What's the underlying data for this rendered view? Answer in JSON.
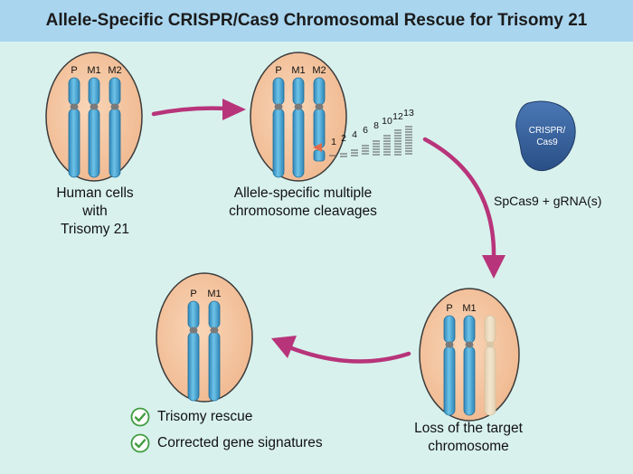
{
  "title": "Allele-Specific CRISPR/Cas9 Chromosomal Rescue for Trisomy 21",
  "chromosome_labels": {
    "p": "P",
    "m1": "M1",
    "m2": "M2"
  },
  "cell1": {
    "label": [
      "Human cells",
      "with",
      "Trisomy 21"
    ]
  },
  "cell2": {
    "label": [
      "Allele-specific multiple",
      "chromosome cleavages"
    ]
  },
  "cell3": {
    "label": [
      "Loss of the target",
      "chromosome"
    ]
  },
  "cleavage_numbers": [
    "1",
    "2",
    "4",
    "6",
    "8",
    "10",
    "12",
    "13"
  ],
  "cas9": {
    "line1": "CRISPR/",
    "line2": "Cas9",
    "label": "SpCas9 + gRNA(s)"
  },
  "outcomes": [
    "Trisomy rescue",
    "Corrected gene signatures"
  ],
  "colors": {
    "background": "#d8f1ed",
    "title_bar": "#a9d5ef",
    "cell_fill": "#f6c9a6",
    "chromosome": "#4aa6d1",
    "arrow": "#b8347a",
    "cas9": "#2f5b94",
    "check": "#3f9c3f"
  }
}
